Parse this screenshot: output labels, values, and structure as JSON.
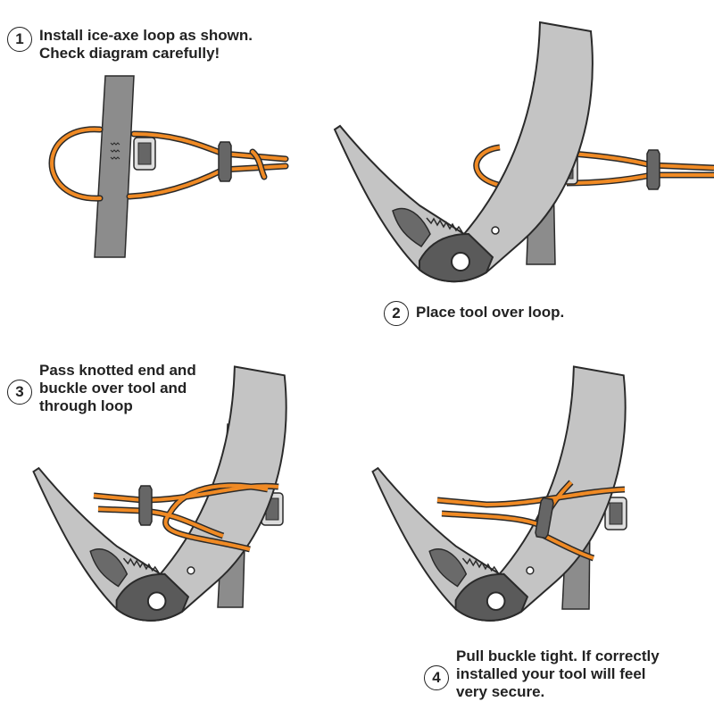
{
  "steps": [
    {
      "number": "1",
      "text": "Install ice-axe loop as shown.\nCheck diagram carefully!"
    },
    {
      "number": "2",
      "text": "Place tool over loop."
    },
    {
      "number": "3",
      "text": "Pass knotted end and\nbuckle over tool and\nthrough loop"
    },
    {
      "number": "4",
      "text": "Pull buckle tight. If correctly\ninstalled your tool will feel\nvery secure."
    }
  ],
  "colors": {
    "cord": "#f08a24",
    "strap": "#8c8c8c",
    "tool": "#c4c4c4",
    "head": "#5a5a5a",
    "outline": "#2a2a2a"
  }
}
